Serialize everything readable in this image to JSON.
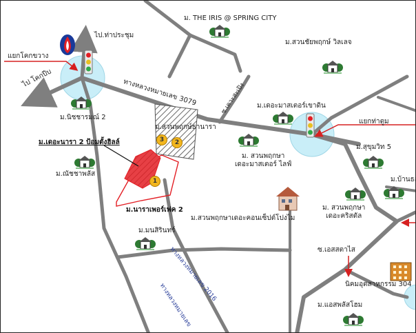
{
  "labels": {
    "iris": "ม. THE IRIS @ SPRING CITY",
    "chaiyapruek": "ม.สวนชัยพฤกษ์ วิลเลจ",
    "to_thaprachum": "ไป.ท่าประชุม",
    "khaewkwang": "แยกโคกขวาง",
    "to_khokpip": "ไป โคกปีบ",
    "nitcharam": "ม.นิชชารมณ์ 2",
    "highway_3079": "ทางหลวงหมายเลข 3079",
    "soi_khasong": "ซ.เคาะสะเปิง",
    "suanpanya": "ม.สวนพฤกษ์ธานารา",
    "master_khaoden": "ม.เดอะมาสเตอร์เขาดิน",
    "yaek_thahum": "แยกท่าตูม",
    "the_nara": "ม.เดอะนารา 2 ป้อมตั้งฮิลล์",
    "suksawat": "ม.สุขุมวิท 5",
    "suanphruksa_master_1": "ม. สวนพฤกษา",
    "suanphruksa_master_2": "เดอะมาสเตอร์ ไลฟ์",
    "nanchaphon": "ม.ณัชชาพลัส",
    "baan": "ม.บ้านธอ",
    "nara_perfect": "ม.นาราเพอร์เฟค 2",
    "suanphruksa_krisadal_1": "ม. สวนพฤกษา",
    "suanphruksa_krisadal_2": "เดอะคริสตัล",
    "suanphruksa_concept": "ม.สวนพฤกษาเดอะคอนเซ็ปต์โปงไม",
    "manasirin": "ม.มนสิรินทร์",
    "soi_etsat": "ซ.เอสสตาไส",
    "hw_2016_1": "ทางหลวงหมายเลข 2016",
    "hw_2016_2": "ทางหลวงหมายเลข",
    "industrial": "นิคมอุตสาหกรรม 304",
    "eastpark": "ม.แอสพลัสโฮม"
  },
  "markers": [
    "1",
    "2",
    "3"
  ],
  "colors": {
    "road": "#7f7f7f",
    "highlight": "#e31e24",
    "circle": "#c9eef8",
    "arrow": "#d62020",
    "house": "#2d7a32"
  }
}
